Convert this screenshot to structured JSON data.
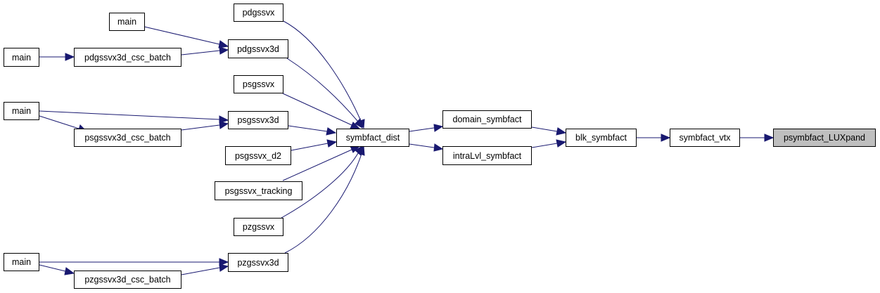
{
  "graph": {
    "colors": {
      "edge": "#191970",
      "node_fill": "#ffffff",
      "current_fill": "#bfbfbf",
      "node_stroke": "#000000"
    },
    "nodes": {
      "main_top": "main",
      "main_pdgss": "main",
      "main_psgss": "main",
      "main_pzgss": "main",
      "pdgssvx": "pdgssvx",
      "pdgssvx3d_csc_batch": "pdgssvx3d_csc_batch",
      "pdgssvx3d": "pdgssvx3d",
      "psgssvx": "psgssvx",
      "psgssvx3d_csc_batch": "psgssvx3d_csc_batch",
      "psgssvx3d": "psgssvx3d",
      "psgssvx_d2": "psgssvx_d2",
      "psgssvx_tracking": "psgssvx_tracking",
      "pzgssvx": "pzgssvx",
      "pzgssvx3d_csc_batch": "pzgssvx3d_csc_batch",
      "pzgssvx3d": "pzgssvx3d",
      "symbfact_dist": "symbfact_dist",
      "domain_symbfact": "domain_symbfact",
      "intraLvl_symbfact": "intraLvl_symbfact",
      "blk_symbfact": "blk_symbfact",
      "symbfact_vtx": "symbfact_vtx",
      "psymbfact_LUXpand": "psymbfact_LUXpand"
    }
  }
}
